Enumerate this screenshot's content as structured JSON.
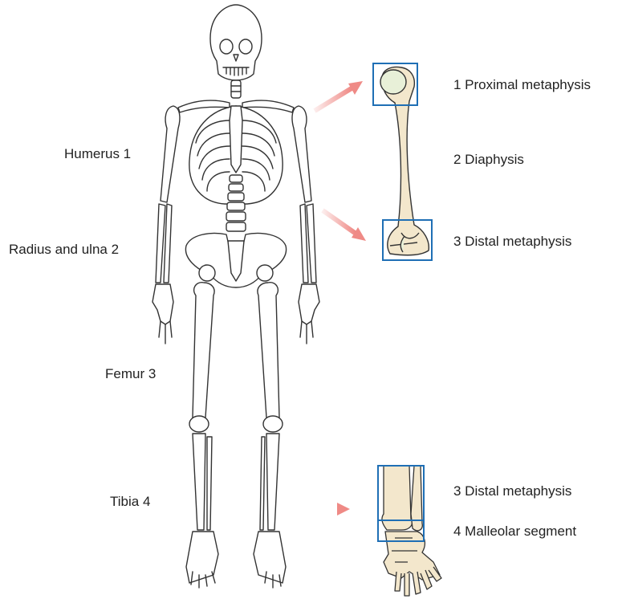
{
  "left_labels": {
    "humerus": "Humerus 1",
    "radius_ulna": "Radius and ulna 2",
    "femur": "Femur 3",
    "tibia": "Tibia 4"
  },
  "humerus_callout": {
    "proximal": "1 Proximal metaphysis",
    "diaphysis": "2 Diaphysis",
    "distal": "3 Distal metaphysis"
  },
  "ankle_callout": {
    "distal": "3 Distal metaphysis",
    "malleolar": "4 Malleolar segment"
  },
  "colors": {
    "bone_fill": "#f3e7cc",
    "bone_stroke": "#333333",
    "box_stroke": "#1f6fb5",
    "arrow": "#ef8a86",
    "cartilage": "#e8f0d8"
  }
}
